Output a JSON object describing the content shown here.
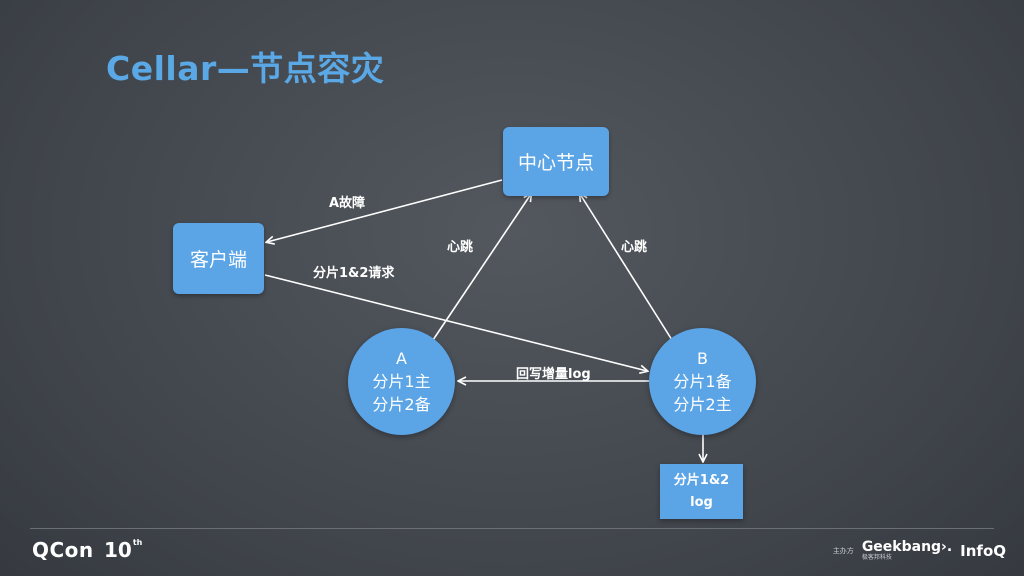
{
  "slide": {
    "title": "Cellar—节点容灾"
  },
  "nodes": {
    "center": "中心节点",
    "client": "客户端",
    "a": [
      "A",
      "分片1主",
      "分片2备"
    ],
    "b": [
      "B",
      "分片1备",
      "分片2主"
    ],
    "log": [
      "分片1&2",
      "log"
    ]
  },
  "edges": {
    "center_to_client": "A故障",
    "a_to_center": "心跳",
    "b_to_center": "心跳",
    "client_to_b": "分片1&2请求",
    "b_to_a": "回写增量log"
  },
  "footer": {
    "qcon": "QCon",
    "edition": "10",
    "edition_sup": "th",
    "sponsor": "主办方",
    "geekbang": "Geekbang›.",
    "geekbang_sub": "极客邦科技",
    "infoq": "InfoQ"
  },
  "colors": {
    "accent": "#5aa9e6",
    "node_fill": "#5ba4e6",
    "arrow": "#ffffff"
  }
}
